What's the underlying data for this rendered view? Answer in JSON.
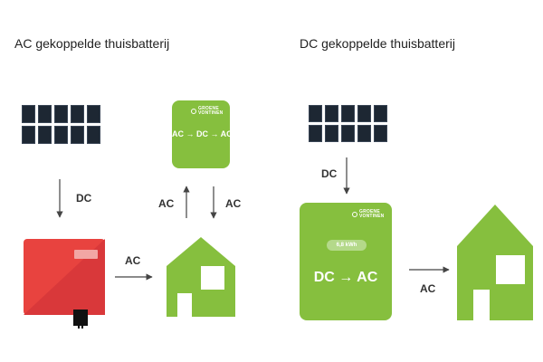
{
  "left": {
    "title": "AC gekoppelde thuisbatterij",
    "dc_label": "DC",
    "ac_label_inverter": "AC",
    "ac_label_up": "AC",
    "ac_label_down": "AC",
    "battery": {
      "brand_line1": "GROENE",
      "brand_line2": "VONTINEN",
      "conversion": "AC → DC → AC"
    }
  },
  "right": {
    "title": "DC gekoppelde thuisbatterij",
    "dc_label": "DC",
    "ac_label": "AC",
    "battery": {
      "brand_line1": "GROENE",
      "brand_line2": "VONTINEN",
      "capacity": "6,8 kWh",
      "conversion": "DC → AC"
    }
  },
  "colors": {
    "green": "#86bf3e",
    "inverter_red": "#e8433f",
    "panel": "#1d2733"
  }
}
